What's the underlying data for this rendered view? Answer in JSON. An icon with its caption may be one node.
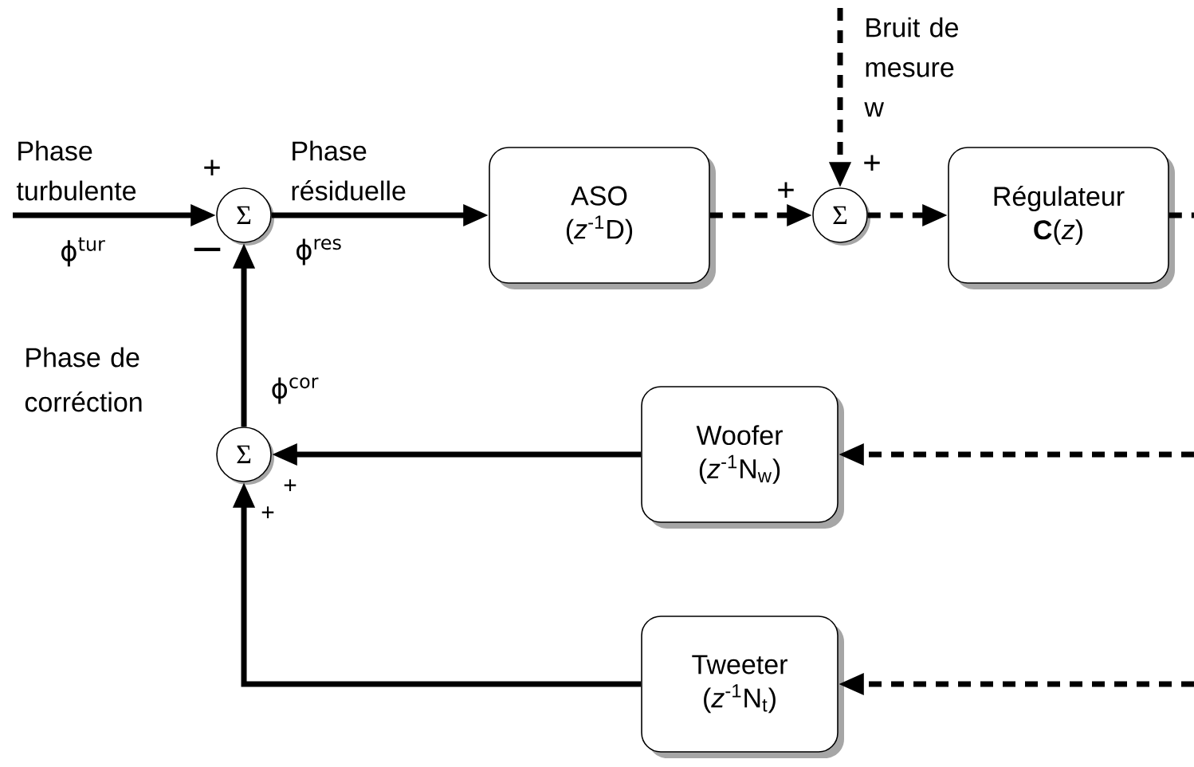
{
  "diagram": {
    "nodes": [
      {
        "text": [
          "Σ"
        ]
      },
      {
        "text": [
          "ASO",
          "(*z*$^{-1}$D)"
        ]
      },
      {
        "text": [
          "Σ"
        ]
      },
      {
        "text": [
          "Régulateur",
          "**C**(*z*)"
        ]
      },
      {
        "text": [
          "Σ"
        ]
      },
      {
        "text": [
          "Woofer",
          "(*z*$^{-1}$N$_{w}$)"
        ]
      },
      {
        "text": [
          "Tweeter",
          "(*z*$^{-1}$N$_{t}$)"
        ]
      }
    ],
    "edges": [
      {
        "from": null,
        "to": 0,
        "arrow": "to",
        "label": "Phase turbulente"
      },
      {
        "from": 0,
        "to": 1,
        "arrow": "to",
        "label": "Phase résiduelle"
      },
      {
        "from": 1,
        "to": 2,
        "arrow": "to",
        "style": "dashed"
      },
      {
        "from": null,
        "to": 2,
        "arrow": "to",
        "style": "dashed",
        "label": "Bruit de mesure w"
      },
      {
        "from": 2,
        "to": 3,
        "arrow": "to",
        "style": "dashed"
      },
      {
        "from": 3,
        "to": null,
        "arrow": "none",
        "style": "dashed"
      },
      {
        "from": null,
        "to": 5,
        "arrow": "to",
        "style": "dashed"
      },
      {
        "from": null,
        "to": 6,
        "arrow": "to",
        "style": "dashed"
      },
      {
        "from": 5,
        "to": 4,
        "arrow": "to"
      },
      {
        "from": 6,
        "to": 4,
        "arrow": "to"
      },
      {
        "from": 4,
        "to": 0,
        "arrow": "to"
      }
    ],
    "labels": [
      "+",
      "ϕ$^{tur}$",
      "−",
      "ϕ$^{res}$",
      "+",
      "+",
      "Phase de corréction",
      "ϕ$^{cor}$",
      "+",
      "+"
    ]
  }
}
